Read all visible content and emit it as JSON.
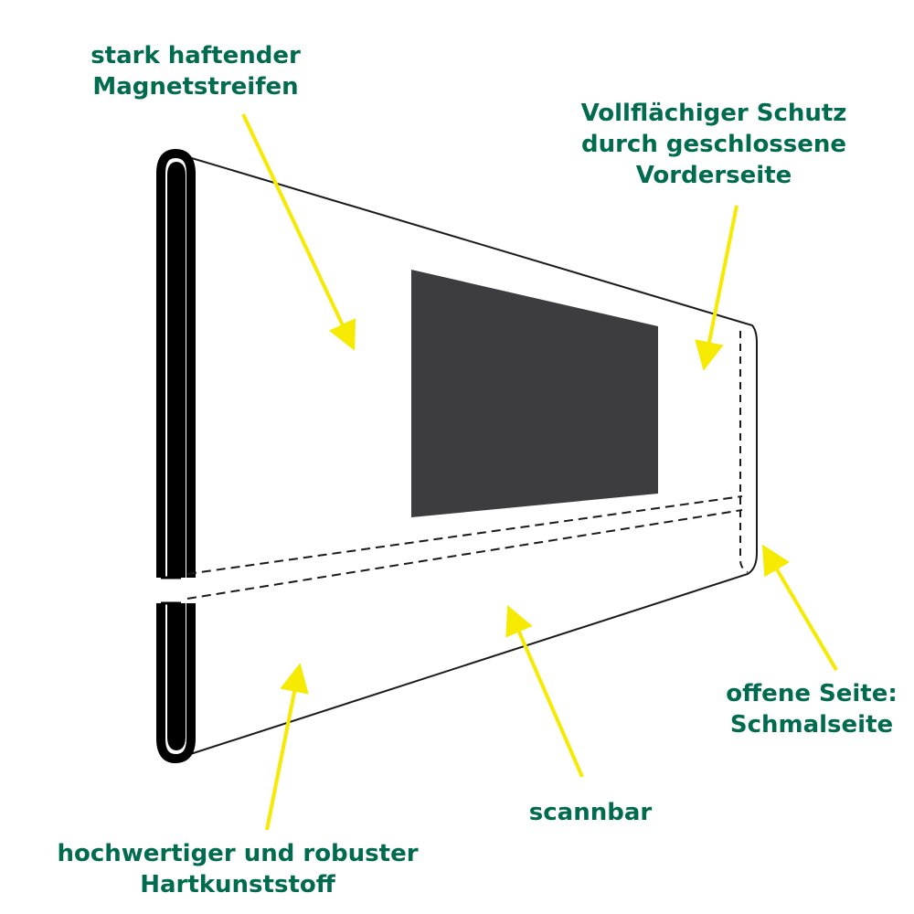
{
  "colors": {
    "label_text": "#006b4e",
    "arrow": "#f5ea00",
    "outline": "#1a1a1a",
    "window_fill": "#3d3d40",
    "background": "#ffffff"
  },
  "labels": {
    "magnet": [
      "stark haftender",
      "Magnetstreifen"
    ],
    "protection": [
      "Vollflächiger Schutz",
      "durch geschlossene",
      "Vorderseite"
    ],
    "open_side": [
      "offene Seite:",
      "Schmalseite"
    ],
    "scannable": [
      "scannbar"
    ],
    "material": [
      "hochwertiger und robuster",
      "Hartkunststoff"
    ]
  }
}
